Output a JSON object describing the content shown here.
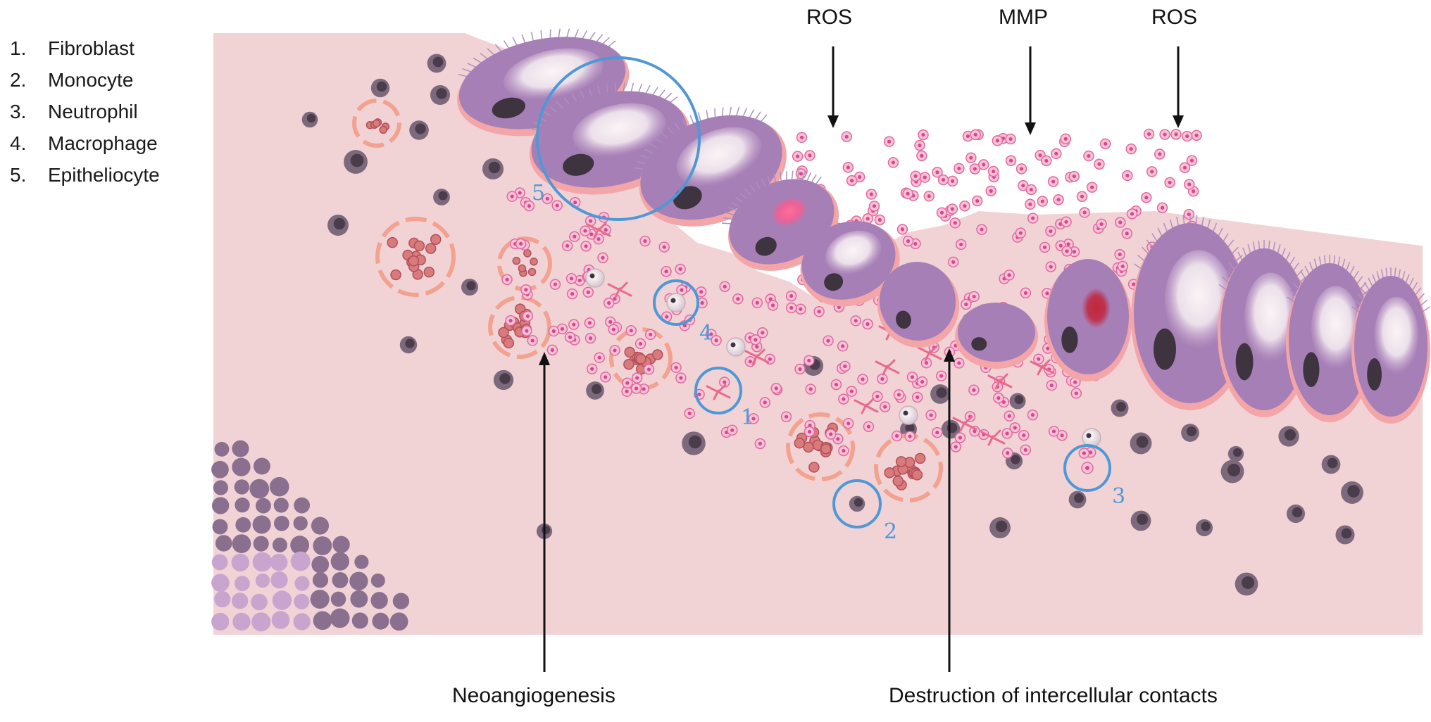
{
  "legend": [
    {
      "number": "1.",
      "label": "Fibroblast"
    },
    {
      "number": "2.",
      "label": "Monocyte"
    },
    {
      "number": "3.",
      "label": "Neutrophil"
    },
    {
      "number": "4.",
      "label": "Macrophage"
    },
    {
      "number": "5.",
      "label": "Epitheliocyte"
    }
  ],
  "top_labels": {
    "ros_left": "ROS",
    "mmp": "MMP",
    "ros_right": "ROS"
  },
  "bottom_labels": {
    "neoangiogenesis": "Neoangiogenesis",
    "destruction": "Destruction of intercellular contacts"
  },
  "markers": {
    "fibroblast": "1",
    "monocyte": "2",
    "neutrophil": "3",
    "macrophage": "4",
    "epitheliocyte": "5"
  },
  "colors": {
    "tissue_background": "#f1d3d6",
    "epithelial_cell": "#a67fb6",
    "nucleus": "#3d3440",
    "neutrophil": "#d9468e",
    "marker_circle": "#4f98d6",
    "vessel": "#f2a28e",
    "arrow": "#111111"
  }
}
